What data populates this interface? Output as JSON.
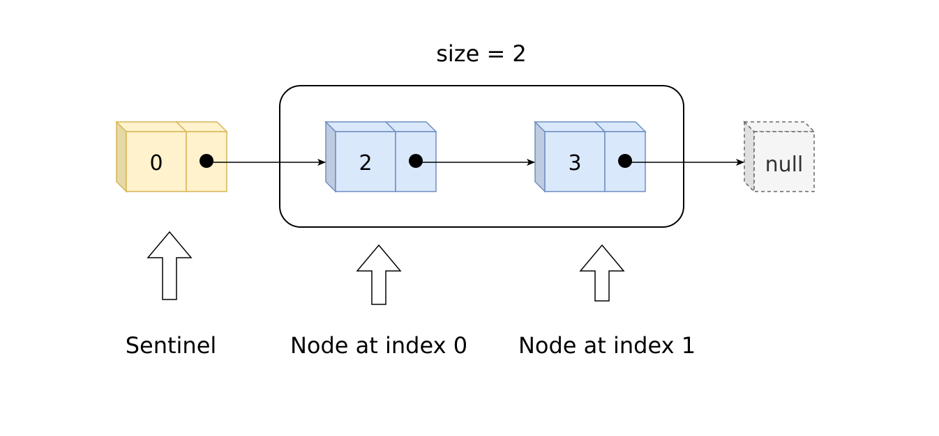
{
  "title": "size = 2",
  "nodes": [
    {
      "value": "0",
      "role": "sentinel"
    },
    {
      "value": "2",
      "role": "node"
    },
    {
      "value": "3",
      "role": "node"
    }
  ],
  "terminal": "null",
  "labels": {
    "sentinel": "Sentinel",
    "index0": "Node at index 0",
    "index1": "Node at index 1"
  },
  "colors": {
    "sentinel_fill": "#fff2cc",
    "sentinel_side": "#e6d9a8",
    "sentinel_stroke": "#d6b656",
    "node_fill": "#dae8fc",
    "node_side": "#bfcbe0",
    "node_stroke": "#6c8ebf",
    "null_fill": "#f5f5f5",
    "null_side": "#e0e0e0",
    "null_stroke": "#666666"
  }
}
